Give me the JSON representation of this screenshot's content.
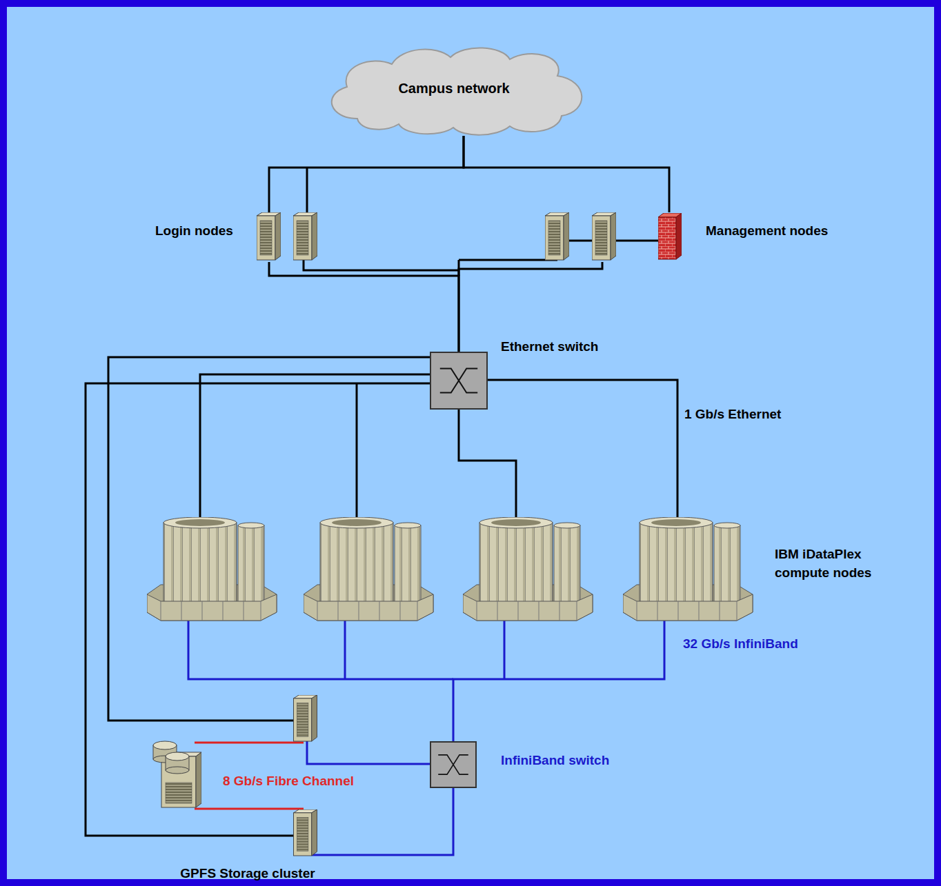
{
  "diagram": {
    "nodes": [
      {
        "text": [
          "Campus network"
        ]
      },
      {
        "text": [
          "Login nodes"
        ]
      },
      {
        "text": [
          "Management nodes"
        ]
      },
      {
        "text": [
          "Ethernet switch"
        ]
      },
      {
        "text": [
          "IBM iDataPlex compute nodes"
        ]
      },
      {
        "text": [
          "InfiniBand switch"
        ]
      },
      {
        "text": [
          "GPFS Storage cluster"
        ]
      }
    ],
    "edges": [
      {
        "from": 0,
        "to": 1,
        "arrow": "none"
      },
      {
        "from": 0,
        "to": 2,
        "arrow": "none"
      },
      {
        "from": 1,
        "to": 3,
        "arrow": "none"
      },
      {
        "from": 2,
        "to": 3,
        "arrow": "none"
      },
      {
        "from": 3,
        "to": 4,
        "label": "1 Gb/s Ethernet",
        "arrow": "none"
      },
      {
        "from": 3,
        "to": 6,
        "arrow": "none"
      },
      {
        "from": 4,
        "to": 5,
        "label": "32 Gb/s InfiniBand",
        "arrow": "none"
      },
      {
        "from": 5,
        "to": 6,
        "arrow": "none"
      }
    ],
    "labels": [
      "8 Gb/s Fibre Channel"
    ]
  }
}
